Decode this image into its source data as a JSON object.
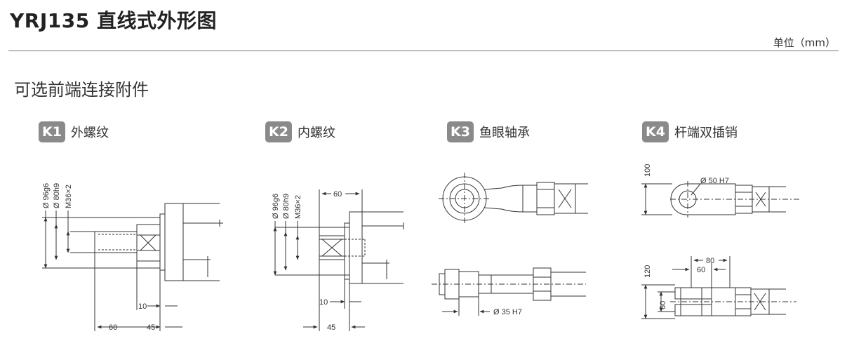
{
  "header": {
    "title": "YRJ135 直线式外形图",
    "unit": "单位（mm）"
  },
  "section_title": "可选前端连接附件",
  "options": [
    {
      "badge": "K1",
      "name": "外螺纹"
    },
    {
      "badge": "K2",
      "name": "内螺纹"
    },
    {
      "badge": "K3",
      "name": "鱼眼轴承"
    },
    {
      "badge": "K4",
      "name": "杆端双插销"
    }
  ],
  "dimensions": {
    "k1": {
      "d1": "Ø 96g6",
      "d2": "Ø 80h9",
      "d3": "M36×2",
      "len1": "10",
      "len2": "60",
      "len3": "45"
    },
    "k2": {
      "d1": "Ø 96g6",
      "d2": "Ø 80h9",
      "d3": "M36×2",
      "top": "60",
      "len1": "10",
      "len2": "45"
    },
    "k3": {
      "pin": "Ø 35 H7"
    },
    "k4": {
      "pin": "Ø 50 H7",
      "h1": "100",
      "h2": "120",
      "h3": "60",
      "w1": "80",
      "w2": "60"
    }
  },
  "colors": {
    "badge": "#8a8a8a",
    "line": "#333333",
    "rule": "#777777"
  }
}
